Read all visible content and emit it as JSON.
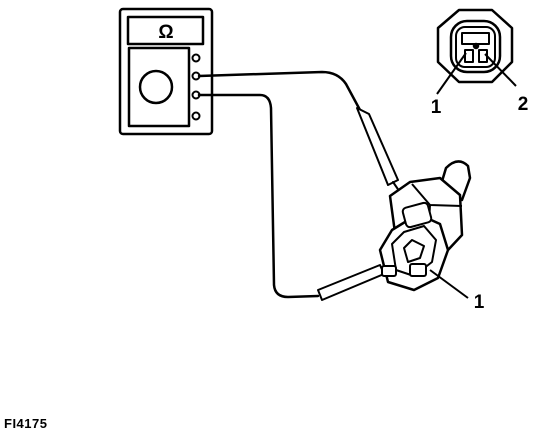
{
  "meter": {
    "display_symbol": "Ω"
  },
  "callouts": {
    "connector_pin_1": "1",
    "connector_pin_2": "2",
    "sensor_pin_1": "1"
  },
  "figure_id": "FI4175",
  "icons": [
    "multimeter-icon",
    "connector-end-view-icon",
    "sensor-icon",
    "test-probe-icon"
  ]
}
